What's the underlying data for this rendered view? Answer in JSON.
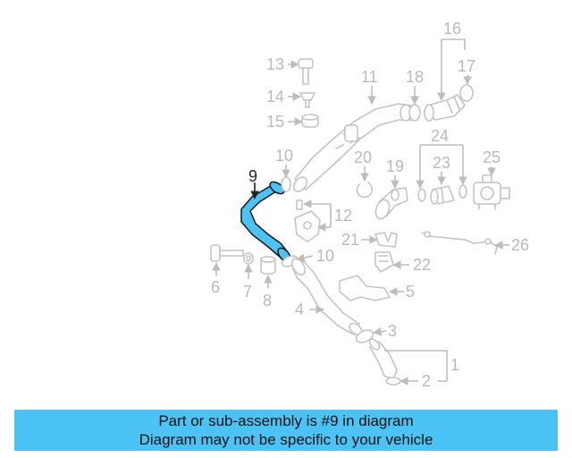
{
  "diagram": {
    "highlight_color": "#4cc3f5",
    "highlighted_part": "9",
    "callouts": [
      "1",
      "2",
      "3",
      "4",
      "5",
      "6",
      "7",
      "8",
      "9",
      "10",
      "10",
      "11",
      "12",
      "13",
      "14",
      "15",
      "16",
      "17",
      "18",
      "19",
      "20",
      "21",
      "22",
      "23",
      "24",
      "25",
      "26"
    ]
  },
  "banner": {
    "line1": "Part or sub-assembly is #9 in diagram",
    "line2": "Diagram may not be specific to your vehicle"
  }
}
